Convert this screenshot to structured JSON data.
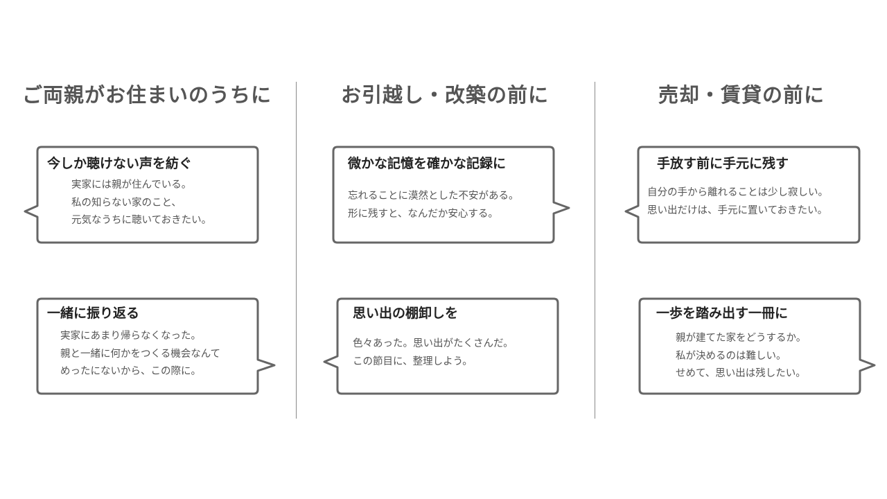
{
  "columns": [
    {
      "heading": "ご両親がお住まいのうちに",
      "cards": [
        {
          "title": "今しか聴けない声を紡ぐ",
          "lines": [
            "実家には親が住んでいる。",
            "私の知らない家のこと、",
            "元気なうちに聴いておきたい。"
          ]
        },
        {
          "title": "一緒に振り返る",
          "lines": [
            "実家にあまり帰らなくなった。",
            "親と一緒に何かをつくる機会なんて",
            "めったにないから、この際に。"
          ]
        }
      ]
    },
    {
      "heading": "お引越し・改築の前に",
      "cards": [
        {
          "title": "微かな記憶を確かな記録に",
          "lines": [
            "忘れることに漠然とした不安がある。",
            "形に残すと、なんだか安心する。"
          ]
        },
        {
          "title": "思い出の棚卸しを",
          "lines": [
            "色々あった。思い出がたくさんだ。",
            "この節目に、整理しよう。"
          ]
        }
      ]
    },
    {
      "heading": "売却・賃貸の前に",
      "cards": [
        {
          "title": "手放す前に手元に残す",
          "lines": [
            "自分の手から離れることは少し寂しい。",
            "思い出だけは、手元に置いておきたい。"
          ]
        },
        {
          "title": "一歩を踏み出す一冊に",
          "lines": [
            "親が建てた家をどうするか。",
            "私が決めるのは難しい。",
            "せめて、思い出は残したい。"
          ]
        }
      ]
    }
  ]
}
